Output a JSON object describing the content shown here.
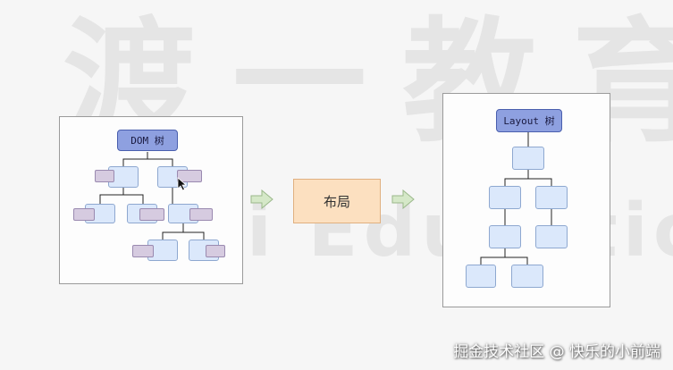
{
  "watermark": {
    "chinese": "渡一教育",
    "english": "Duyi Education"
  },
  "dom_tree": {
    "root_label": "DOM 树"
  },
  "process": {
    "label": "布局"
  },
  "layout_tree": {
    "root_label": "Layout 树"
  },
  "footer": {
    "credit": "掘金技术社区 @ 快乐的小前端"
  },
  "colors": {
    "node_fill": "#dbe8fb",
    "attr_fill": "#d6cbe0",
    "root_fill": "#8ea0e0",
    "process_fill": "#fce0c0",
    "arrow_fill": "#d5e8c8"
  },
  "icons": {
    "arrow": "right-arrow-icon",
    "cursor": "mouse-pointer-icon"
  }
}
